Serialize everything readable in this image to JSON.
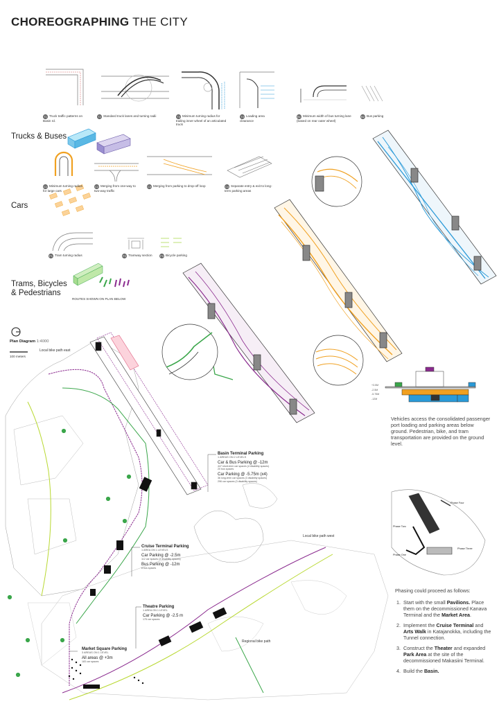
{
  "title": {
    "bold": "CHOREOGRAPHING",
    "light": "THE CITY"
  },
  "sections": {
    "trucks": "Trucks & Buses",
    "cars": "Cars",
    "trams": "Trams, Bicycles\n& Pedestrians",
    "routes_note": "ROUTES SHOWN ON PLAN BELOW"
  },
  "truck_diagrams": [
    {
      "num": "T1",
      "caption": "Truck traffic patterns on Basin rd."
    },
    {
      "num": "T2",
      "caption": "Standard truck lanes and turning radii"
    },
    {
      "num": "T3",
      "caption": "Minimum turning radius for trailing inner wheel of an articulated truck"
    },
    {
      "num": "T4",
      "caption": "Loading area clearance"
    },
    {
      "num": "B1",
      "caption": "Minimum width of bus turning lane (based on rear outer wheel)"
    },
    {
      "num": "B2",
      "caption": "Bus parking"
    }
  ],
  "car_diagrams": [
    {
      "num": "C1",
      "caption": "Minimum turning radius for large cars"
    },
    {
      "num": "C2",
      "caption": "Merging from one-way to two-way traffic"
    },
    {
      "num": "C3",
      "caption": "Merging from parking to drop-off loop"
    },
    {
      "num": "C4",
      "caption": "Separate entry & exit to long-term parking areas"
    }
  ],
  "tram_diagrams": [
    {
      "num": "P1",
      "caption": "Tram turning radius"
    },
    {
      "num": "P2",
      "caption": "Tramway section"
    },
    {
      "num": "P3",
      "caption": "Bicycle parking"
    }
  ],
  "plan": {
    "title": "Plan Diagram",
    "scale": "1:4000",
    "scale_bar": "100 meters",
    "bike_east": "Local bike path east",
    "bike_west": "Local bike path west",
    "bike_regional": "Regional bike path"
  },
  "parking": {
    "basin": {
      "title": "Basin Terminal Parking",
      "sub": "1 AREAS ON 2 LEVELS",
      "items": [
        {
          "label": "Car & Bus Parking @ -12m",
          "sub": "447 short-term car spaces (4 disability spaces)\n20 bus spaces"
        },
        {
          "label": "Car Parking @ -5.75m (x4)",
          "sub": "36 long-term car spaces (3 disability spaces)\n296 car spaces (3 disability spaces)"
        }
      ]
    },
    "cruise": {
      "title": "Cruise Terminal Parking",
      "sub": "1 AREA ON 1 LEVELS",
      "items": [
        {
          "label": "Car Parking @ -2.5m",
          "sub": "112 car spaces (3 disability spaces)"
        },
        {
          "label": "Bus Parking @ -12m",
          "sub": "8 bus spaces"
        }
      ]
    },
    "theatre": {
      "title": "Theatre Parking",
      "sub": "1 AREA ON 1 LEVEL",
      "items": [
        {
          "label": "Car Parking @ -2.5 m",
          "sub": "175 car spaces"
        }
      ]
    },
    "market": {
      "title": "Market Square Parking",
      "sub": "3 AREAS ON 1 LEVEL",
      "items": [
        {
          "label": "All areas @ +3m",
          "sub": "183 car spaces"
        }
      ]
    }
  },
  "section_levels": [
    "+3.5M",
    "-2.5M",
    "-5.75M",
    "-12M"
  ],
  "description": "Vehicles access the consolidated passenger port loading and parking areas below ground. Pedestrian, bike, and tram transportation are provided on the ground level.",
  "phasing": {
    "intro": "Phasing could proceed as follows:",
    "steps": [
      {
        "pre": "Start with the small ",
        "b1": "Pavilions.",
        "mid": " Place them on the decommissioned Kanava Terminal and the ",
        "b2": "Market Area",
        "post": "."
      },
      {
        "pre": "Implement the ",
        "b1": "Cruise Terminal",
        "mid": " and ",
        "b2": "Arts Walk",
        "post": " in Katajanokka, including the Tunnel connection."
      },
      {
        "pre": "Construct the ",
        "b1": "Theater",
        "mid": " and expanded ",
        "b2": "Park Area",
        "post": " at the site of the decommissioned Makasiini Terminal."
      },
      {
        "pre": "Build the ",
        "b1": "Basin.",
        "mid": "",
        "b2": "",
        "post": ""
      }
    ],
    "map_labels": [
      "Phase Four",
      "Phase Two",
      "Phase Three",
      "Phase One"
    ]
  },
  "colors": {
    "purple": "#8a2a8e",
    "green": "#3aa64a",
    "orange": "#f0a020",
    "blue": "#2a9ad8",
    "gray": "#888888"
  }
}
